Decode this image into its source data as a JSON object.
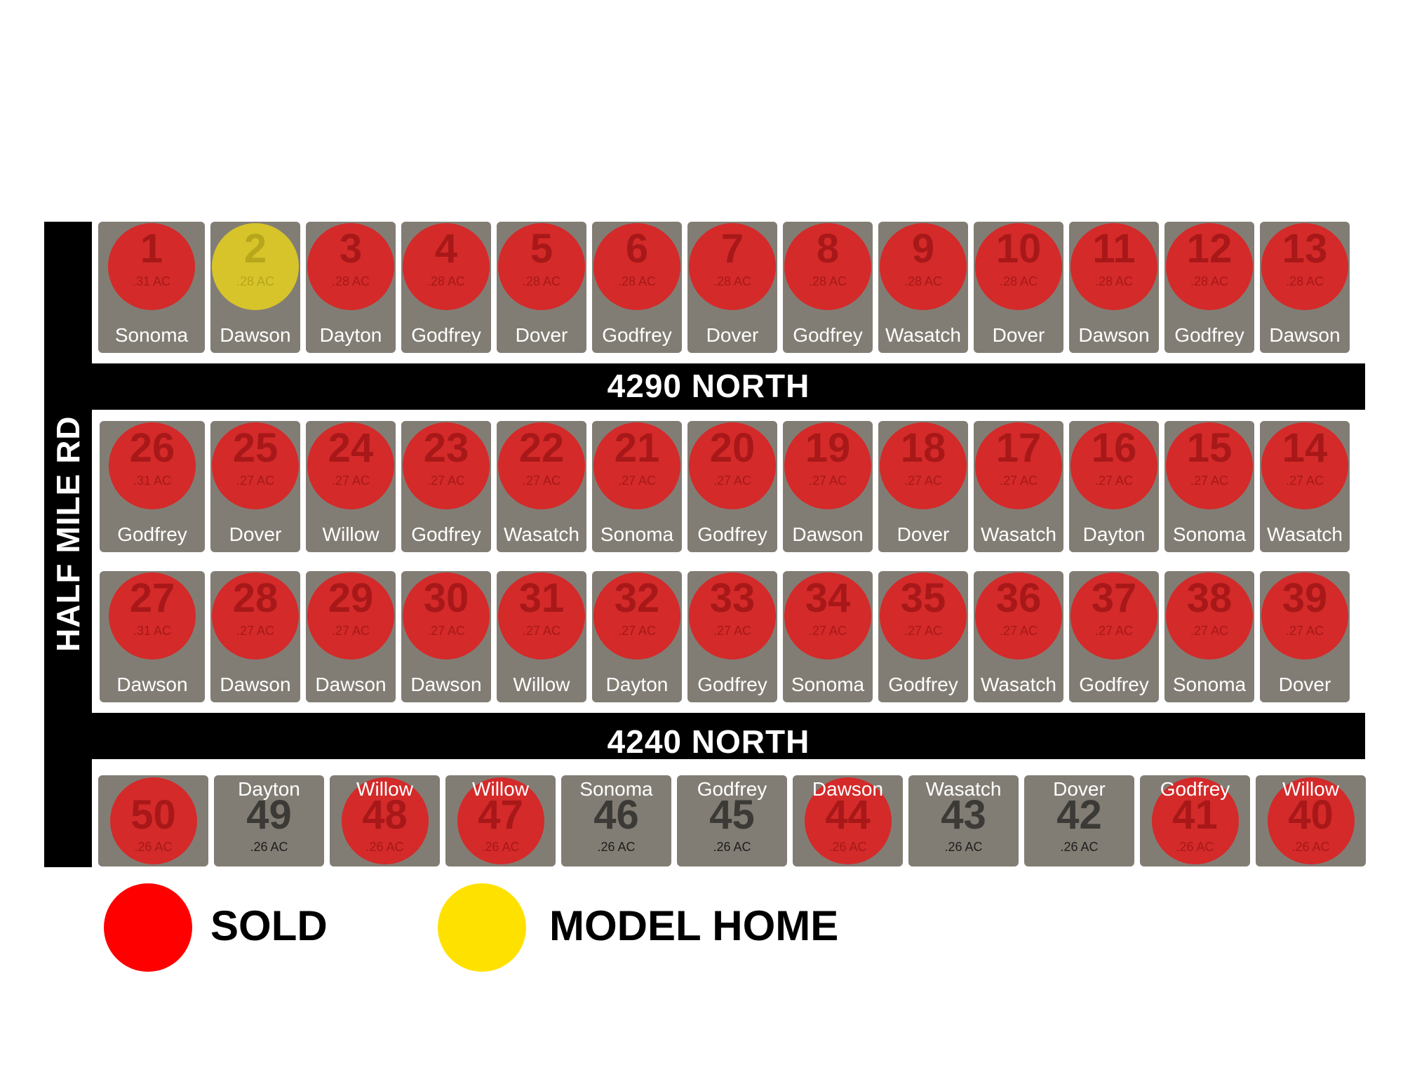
{
  "roads": {
    "half_mile": "HALF MILE RD",
    "north_4290": "4290 NORTH",
    "north_4240": "4240 NORTH"
  },
  "colors": {
    "sold": "#d42a2a",
    "model_home": "#d6c42a",
    "lot": "#827d74",
    "road": "#000000",
    "legend_sold": "#ff0000",
    "legend_model": "#ffe100"
  },
  "legend": {
    "sold": "SOLD",
    "model_home": "MODEL HOME"
  },
  "rows": [
    {
      "lots": [
        {
          "num": "1",
          "acre": ".31 AC",
          "model": "Sonoma",
          "status": "sold"
        },
        {
          "num": "2",
          "acre": ".28 AC",
          "model": "Dawson",
          "status": "model"
        },
        {
          "num": "3",
          "acre": ".28 AC",
          "model": "Dayton",
          "status": "sold"
        },
        {
          "num": "4",
          "acre": ".28 AC",
          "model": "Godfrey",
          "status": "sold"
        },
        {
          "num": "5",
          "acre": ".28 AC",
          "model": "Dover",
          "status": "sold"
        },
        {
          "num": "6",
          "acre": ".28 AC",
          "model": "Godfrey",
          "status": "sold"
        },
        {
          "num": "7",
          "acre": ".28 AC",
          "model": "Dover",
          "status": "sold"
        },
        {
          "num": "8",
          "acre": ".28 AC",
          "model": "Godfrey",
          "status": "sold"
        },
        {
          "num": "9",
          "acre": ".28 AC",
          "model": "Wasatch",
          "status": "sold"
        },
        {
          "num": "10",
          "acre": ".28 AC",
          "model": "Dover",
          "status": "sold"
        },
        {
          "num": "11",
          "acre": ".28 AC",
          "model": "Dawson",
          "status": "sold"
        },
        {
          "num": "12",
          "acre": ".28 AC",
          "model": "Godfrey",
          "status": "sold"
        },
        {
          "num": "13",
          "acre": ".28 AC",
          "model": "Dawson",
          "status": "sold"
        }
      ]
    },
    {
      "lots": [
        {
          "num": "26",
          "acre": ".31 AC",
          "model": "Godfrey",
          "status": "sold"
        },
        {
          "num": "25",
          "acre": ".27 AC",
          "model": "Dover",
          "status": "sold"
        },
        {
          "num": "24",
          "acre": ".27 AC",
          "model": "Willow",
          "status": "sold"
        },
        {
          "num": "23",
          "acre": ".27 AC",
          "model": "Godfrey",
          "status": "sold"
        },
        {
          "num": "22",
          "acre": ".27 AC",
          "model": "Wasatch",
          "status": "sold"
        },
        {
          "num": "21",
          "acre": ".27 AC",
          "model": "Sonoma",
          "status": "sold"
        },
        {
          "num": "20",
          "acre": ".27 AC",
          "model": "Godfrey",
          "status": "sold"
        },
        {
          "num": "19",
          "acre": ".27 AC",
          "model": "Dawson",
          "status": "sold"
        },
        {
          "num": "18",
          "acre": ".27 AC",
          "model": "Dover",
          "status": "sold"
        },
        {
          "num": "17",
          "acre": ".27 AC",
          "model": "Wasatch",
          "status": "sold"
        },
        {
          "num": "16",
          "acre": ".27 AC",
          "model": "Dayton",
          "status": "sold"
        },
        {
          "num": "15",
          "acre": ".27 AC",
          "model": "Sonoma",
          "status": "sold"
        },
        {
          "num": "14",
          "acre": ".27 AC",
          "model": "Wasatch",
          "status": "sold"
        }
      ]
    },
    {
      "lots": [
        {
          "num": "27",
          "acre": ".31 AC",
          "model": "Dawson",
          "status": "sold"
        },
        {
          "num": "28",
          "acre": ".27 AC",
          "model": "Dawson",
          "status": "sold"
        },
        {
          "num": "29",
          "acre": ".27 AC",
          "model": "Dawson",
          "status": "sold"
        },
        {
          "num": "30",
          "acre": ".27 AC",
          "model": "Dawson",
          "status": "sold"
        },
        {
          "num": "31",
          "acre": ".27 AC",
          "model": "Willow",
          "status": "sold"
        },
        {
          "num": "32",
          "acre": ".27 AC",
          "model": "Dayton",
          "status": "sold"
        },
        {
          "num": "33",
          "acre": ".27 AC",
          "model": "Godfrey",
          "status": "sold"
        },
        {
          "num": "34",
          "acre": ".27 AC",
          "model": "Sonoma",
          "status": "sold"
        },
        {
          "num": "35",
          "acre": ".27 AC",
          "model": "Godfrey",
          "status": "sold"
        },
        {
          "num": "36",
          "acre": ".27 AC",
          "model": "Wasatch",
          "status": "sold"
        },
        {
          "num": "37",
          "acre": ".27 AC",
          "model": "Godfrey",
          "status": "sold"
        },
        {
          "num": "38",
          "acre": ".27 AC",
          "model": "Sonoma",
          "status": "sold"
        },
        {
          "num": "39",
          "acre": ".27 AC",
          "model": "Dover",
          "status": "sold"
        }
      ]
    },
    {
      "lots": [
        {
          "num": "50",
          "acre": ".26 AC",
          "model": "",
          "status": "sold"
        },
        {
          "num": "49",
          "acre": ".26 AC",
          "model": "Dayton",
          "status": "available"
        },
        {
          "num": "48",
          "acre": ".26 AC",
          "model": "Willow",
          "status": "sold"
        },
        {
          "num": "47",
          "acre": ".26 AC",
          "model": "Willow",
          "status": "sold"
        },
        {
          "num": "46",
          "acre": ".26 AC",
          "model": "Sonoma",
          "status": "available"
        },
        {
          "num": "45",
          "acre": ".26 AC",
          "model": "Godfrey",
          "status": "available"
        },
        {
          "num": "44",
          "acre": ".26 AC",
          "model": "Dawson",
          "status": "sold"
        },
        {
          "num": "43",
          "acre": ".26 AC",
          "model": "Wasatch",
          "status": "available"
        },
        {
          "num": "42",
          "acre": ".26 AC",
          "model": "Dover",
          "status": "available"
        },
        {
          "num": "41",
          "acre": ".26 AC",
          "model": "Godfrey",
          "status": "sold"
        },
        {
          "num": "40",
          "acre": ".26 AC",
          "model": "Willow",
          "status": "sold"
        }
      ]
    }
  ]
}
